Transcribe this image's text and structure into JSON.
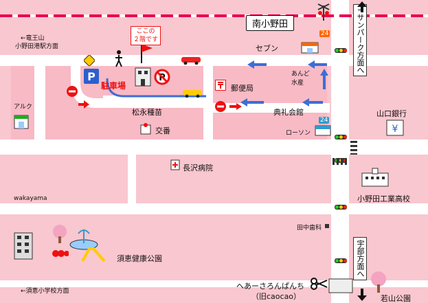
{
  "map": {
    "stations": {
      "minami_onoda": "南小野田"
    },
    "directions": {
      "ryuouzan": "←竜王山",
      "onoda_port": "小野田港駅方面",
      "sunbarc": "↑サンパーク方面へ",
      "ube": "宇部方面へ",
      "sue_school": "←須恵小学校方面"
    },
    "places": {
      "seven": "セブン",
      "seven_no": "24",
      "andomizusan_1": "あんど",
      "andomizusan_2": "水産",
      "post": "郵便局",
      "arc": "アルク",
      "matsunaga": "松永種苗",
      "koban": "交番",
      "tenreikaikan": "典礼会館",
      "lawson": "ローソン",
      "lawson_no": "24",
      "yamaguchi_bank": "山口銀行",
      "nagasawa": "長沢病院",
      "wakayama": "wakayama",
      "onoda_kogyo": "小野田工業高校",
      "tanaka_dental": "田中歯科",
      "sue_park": "須恵健康公園",
      "wakayama_park": "若山公園",
      "heasaron_1": "へあーさろんぱんち",
      "heasaron_2": "（旧caocao）"
    },
    "parking_label": "駐車場",
    "callout": [
      "ここの",
      "２階です"
    ],
    "colors": {
      "road": "#ffffff",
      "ground": "#f9c7cf",
      "block": "#f8bac5",
      "arrow": "#3b6ed6",
      "rail": "#e8004f"
    }
  }
}
